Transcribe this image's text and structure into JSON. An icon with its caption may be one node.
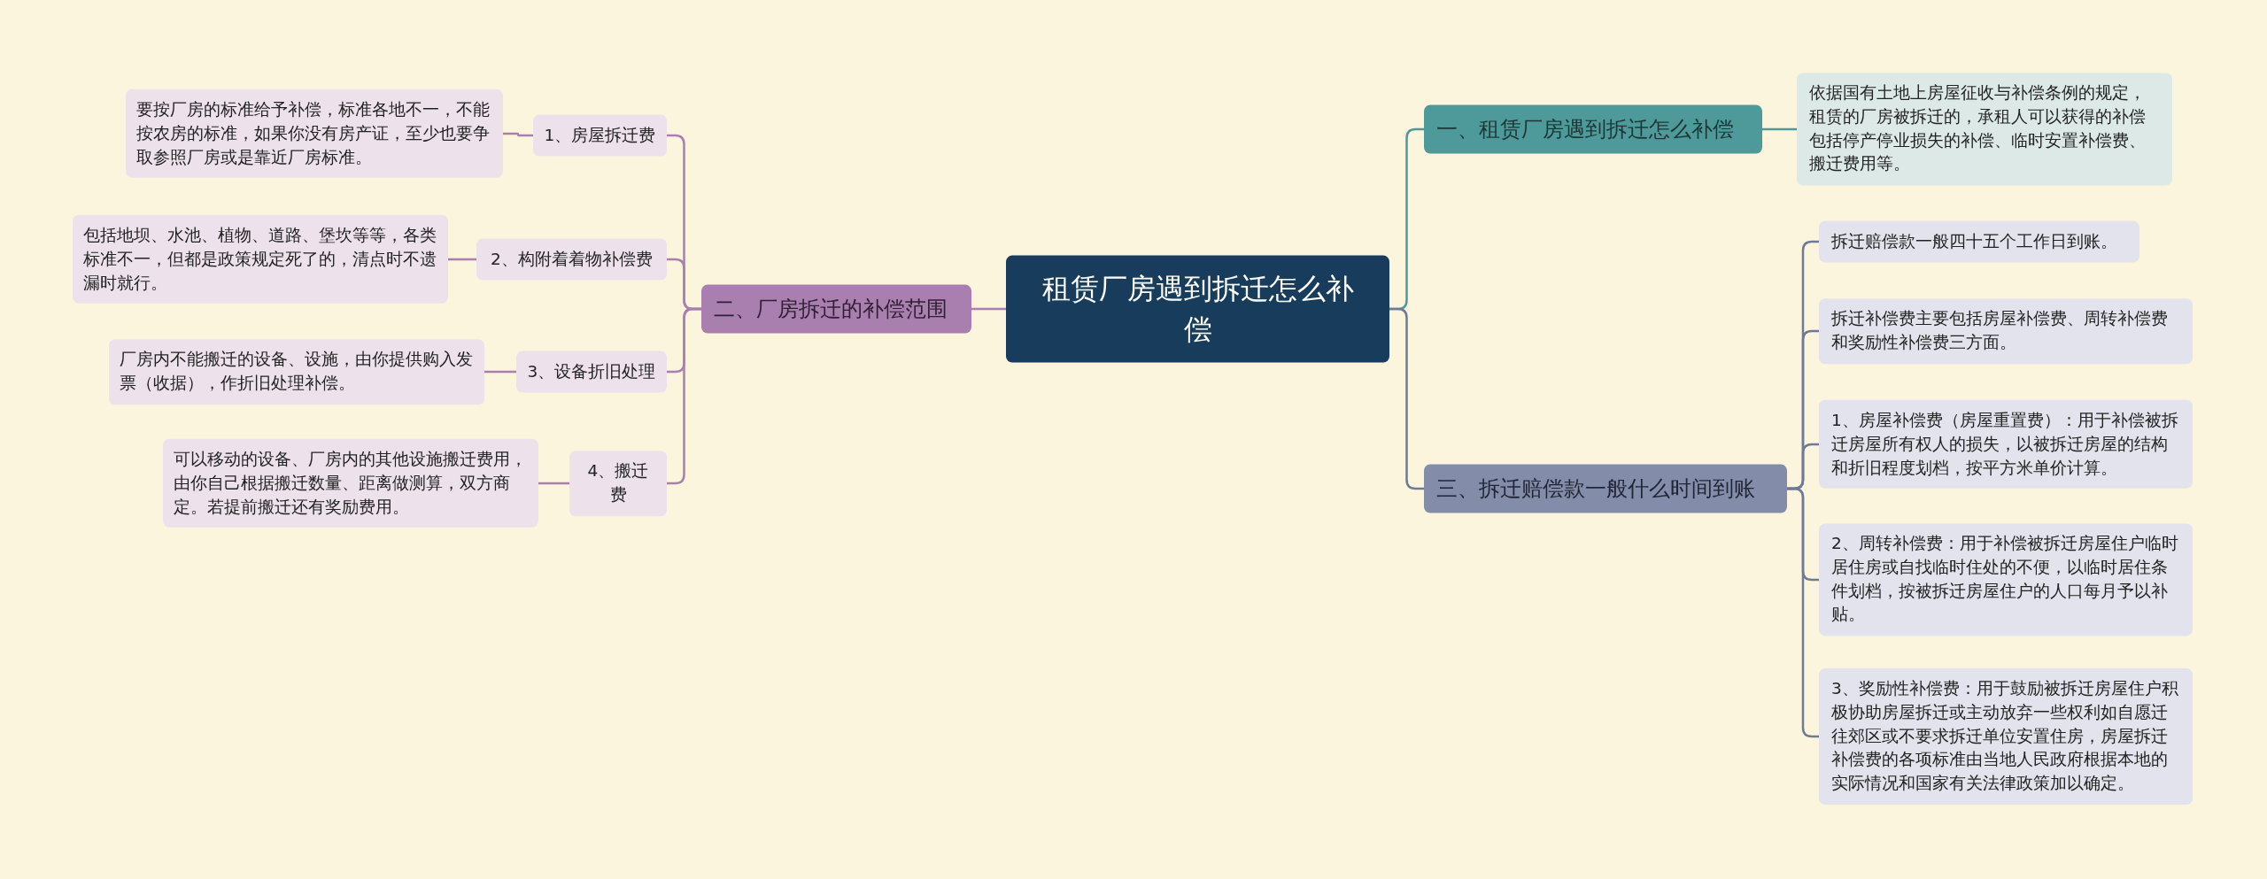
{
  "diagram": {
    "nodes": [
      {
        "text": [
          "租赁厂房遇到拆迁怎么补偿"
        ]
      },
      {
        "text": [
          "一、租赁厂房遇到拆迁怎么补偿"
        ]
      },
      {
        "text": [
          "依据国有土地上房屋征收与补偿条例的规定，租赁的厂房被拆迁的，承租人可以获得的补偿包括停产停业损失的补偿、临时安置补偿费、搬迁费用等。"
        ]
      },
      {
        "text": [
          "三、拆迁赔偿款一般什么时间到账"
        ]
      },
      {
        "text": [
          "拆迁赔偿款一般四十五个工作日到账。"
        ]
      },
      {
        "text": [
          "拆迁补偿费主要包括房屋补偿费、周转补偿费和奖励性补偿费三方面。"
        ]
      },
      {
        "text": [
          "1、房屋补偿费（房屋重置费）：用于补偿被拆迁房屋所有权人的损失，以被拆迁房屋的结构和折旧程度划档，按平方米单价计算。"
        ]
      },
      {
        "text": [
          "2、周转补偿费：用于补偿被拆迁房屋住户临时居住房或自找临时住处的不便，以临时居住条件划档，按被拆迁房屋住户的人口每月予以补贴。"
        ]
      },
      {
        "text": [
          "3、奖励性补偿费：用于鼓励被拆迁房屋住户积极协助房屋拆迁或主动放弃一些权利如自愿迁往郊区或不要求拆迁单位安置住房，房屋拆迁补偿费的各项标准由当地人民政府根据本地的实际情况和国家有关法律政策加以确定。"
        ]
      },
      {
        "text": [
          "二、厂房拆迁的补偿范围"
        ]
      },
      {
        "text": [
          "1、房屋拆迁费"
        ]
      },
      {
        "text": [
          "要按厂房的标准给予补偿，标准各地不一，不能按农房的标准，如果你没有房产证，至少也要争取参照厂房或是靠近厂房标准。"
        ]
      },
      {
        "text": [
          "2、构附着着物补偿费"
        ]
      },
      {
        "text": [
          "包括地坝、水池、植物、道路、堡坎等等，各类标准不一，但都是政策规定死了的，清点时不遗漏时就行。"
        ]
      },
      {
        "text": [
          "3、设备折旧处理"
        ]
      },
      {
        "text": [
          "厂房内不能搬迁的设备、设施，由你提供购入发票（收据），作折旧处理补偿。"
        ]
      },
      {
        "text": [
          "4、搬迁费"
        ]
      },
      {
        "text": [
          "可以移动的设备、厂房内的其他设施搬迁费用，由你自己根据搬迁数量、距离做测算，双方商定。若提前搬迁还有奖励费用。"
        ]
      }
    ],
    "edges": [
      {
        "from": 0,
        "to": 1,
        "arrow": "none",
        "color": "#4e9a9a"
      },
      {
        "from": 1,
        "to": 2,
        "arrow": "none",
        "color": "#4e9a9a"
      },
      {
        "from": 0,
        "to": 3,
        "arrow": "none",
        "color": "#6f7a96"
      },
      {
        "from": 3,
        "to": 4,
        "arrow": "none",
        "color": "#6f7a96"
      },
      {
        "from": 3,
        "to": 5,
        "arrow": "none",
        "color": "#6f7a96"
      },
      {
        "from": 3,
        "to": 6,
        "arrow": "none",
        "color": "#6f7a96"
      },
      {
        "from": 3,
        "to": 7,
        "arrow": "none",
        "color": "#6f7a96"
      },
      {
        "from": 3,
        "to": 8,
        "arrow": "none",
        "color": "#6f7a96"
      },
      {
        "from": 0,
        "to": 9,
        "arrow": "none"
      },
      {
        "from": 9,
        "to": 10,
        "arrow": "none"
      },
      {
        "from": 9,
        "to": 12,
        "arrow": "none"
      },
      {
        "from": 9,
        "to": 14,
        "arrow": "none"
      },
      {
        "from": 9,
        "to": 16,
        "arrow": "none"
      },
      {
        "from": 10,
        "to": 11,
        "arrow": "none"
      },
      {
        "from": 12,
        "to": 13,
        "arrow": "none"
      },
      {
        "from": 14,
        "to": 15,
        "arrow": "none"
      },
      {
        "from": 16,
        "to": 17,
        "arrow": "none"
      }
    ]
  }
}
